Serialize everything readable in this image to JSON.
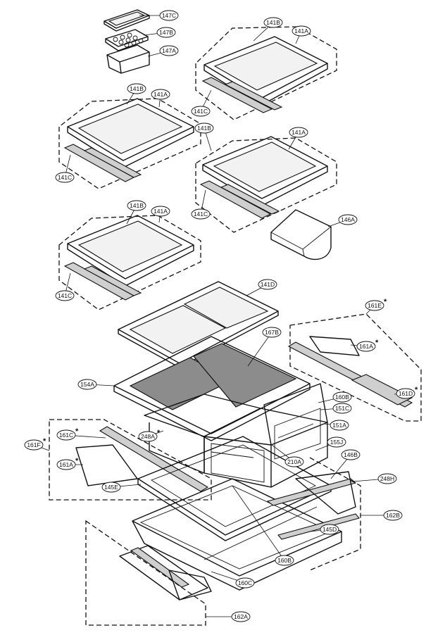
{
  "labels": {
    "p147C": "147C",
    "p147B": "147B",
    "p147A": "147A",
    "s1_141B": "141B",
    "s1_141A": "141A",
    "s1_141C": "141C",
    "s2_141B": "141B",
    "s2_141A": "141A",
    "s2_141C": "141C",
    "s3_141B": "141B",
    "s3_141A": "141A",
    "s3_141C": "141C",
    "s4_141B": "141B",
    "s4_141A": "141A",
    "s4_141C": "141C",
    "p146A": "146A",
    "p141D": "141D",
    "p167B": "167B",
    "p154A": "154A",
    "p161E": "161E",
    "p161A_r": "161A",
    "p161D": "161D",
    "p160B": "160B",
    "p151C": "151C",
    "p151A": "151A",
    "p248A": "248A",
    "p161C": "161C",
    "p161F": "161F",
    "p161A_l": "161A",
    "p155J": "155J",
    "p210A": "210A",
    "p146B": "146B",
    "p248H": "248H",
    "p145E": "145E",
    "p162B": "162B",
    "p145D": "145D",
    "p160B_b": "160B",
    "p160C": "160C",
    "p162A": "162A"
  },
  "asterisk": "*"
}
